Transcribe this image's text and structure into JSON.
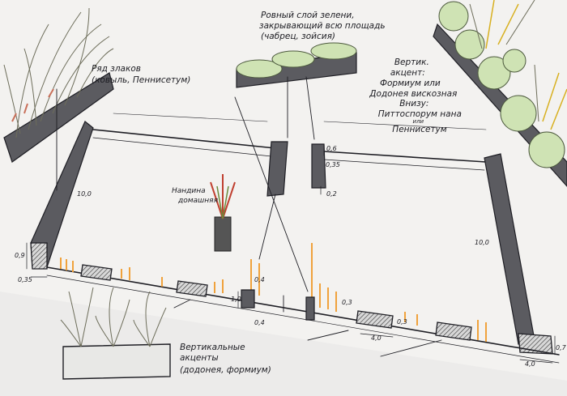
{
  "title": "Эскиз озеленения участка",
  "labels": {
    "top_note": [
      "Ровный слой зелени,",
      "закрывающий всю площадь",
      "(чабрец, зойсия)"
    ],
    "grass_row": [
      "Ряд злаков",
      "(ковыль, Пеннисетум)"
    ],
    "right_note": [
      "Вертик.",
      "акцент:",
      "Формиум или",
      "Додонея вискозная",
      "Внизу:",
      "Питтоспорум нана",
      "или",
      "Пеннисетум"
    ],
    "bottom_note": [
      "Вертикальные",
      "акценты",
      "(додонея, формиум)"
    ],
    "nandina": [
      "Нандина",
      "домашняя"
    ]
  },
  "dimensions": {
    "left_length": "10,0",
    "right_length": "10,0",
    "left_wall_height": "0,9",
    "left_wall_width": "0,35",
    "center_height": "0,6",
    "center_width": "0,35",
    "center_base": "0,2",
    "post_height": "1,0",
    "post_top": "0,4",
    "post_base": "0,4",
    "block_height_a": "0,3",
    "block_height_b": "0,3",
    "block_length_a": "4,0",
    "block_length_b": "4,0",
    "corner_height": "0,7"
  },
  "colors": {
    "ink": "#1e1e24",
    "grass": "#f0a23c",
    "greenery": "#cfe3b4",
    "paper": "#f3f2f0"
  }
}
